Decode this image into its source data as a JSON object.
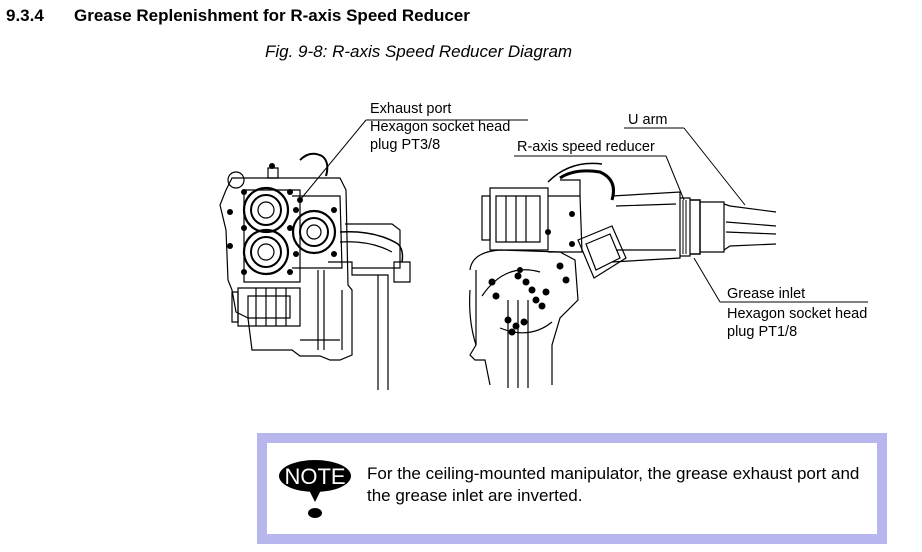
{
  "section": {
    "number": "9.3.4",
    "title": "Grease Replenishment for R-axis Speed Reducer"
  },
  "figure": {
    "caption": "Fig. 9-8: R-axis Speed Reducer Diagram"
  },
  "callouts": {
    "exhaust": {
      "line1": "Exhaust port",
      "line2": "Hexagon socket head",
      "line3": "plug PT3/8"
    },
    "u_arm": "U arm",
    "reducer": "R-axis speed reducer",
    "inlet": {
      "line1": "Grease inlet",
      "line2": "Hexagon socket head",
      "line3": "plug PT1/8"
    }
  },
  "note": {
    "badge": "NOTE",
    "text": "For the ceiling-mounted manipulator, the grease exhaust port and the grease inlet are inverted."
  }
}
